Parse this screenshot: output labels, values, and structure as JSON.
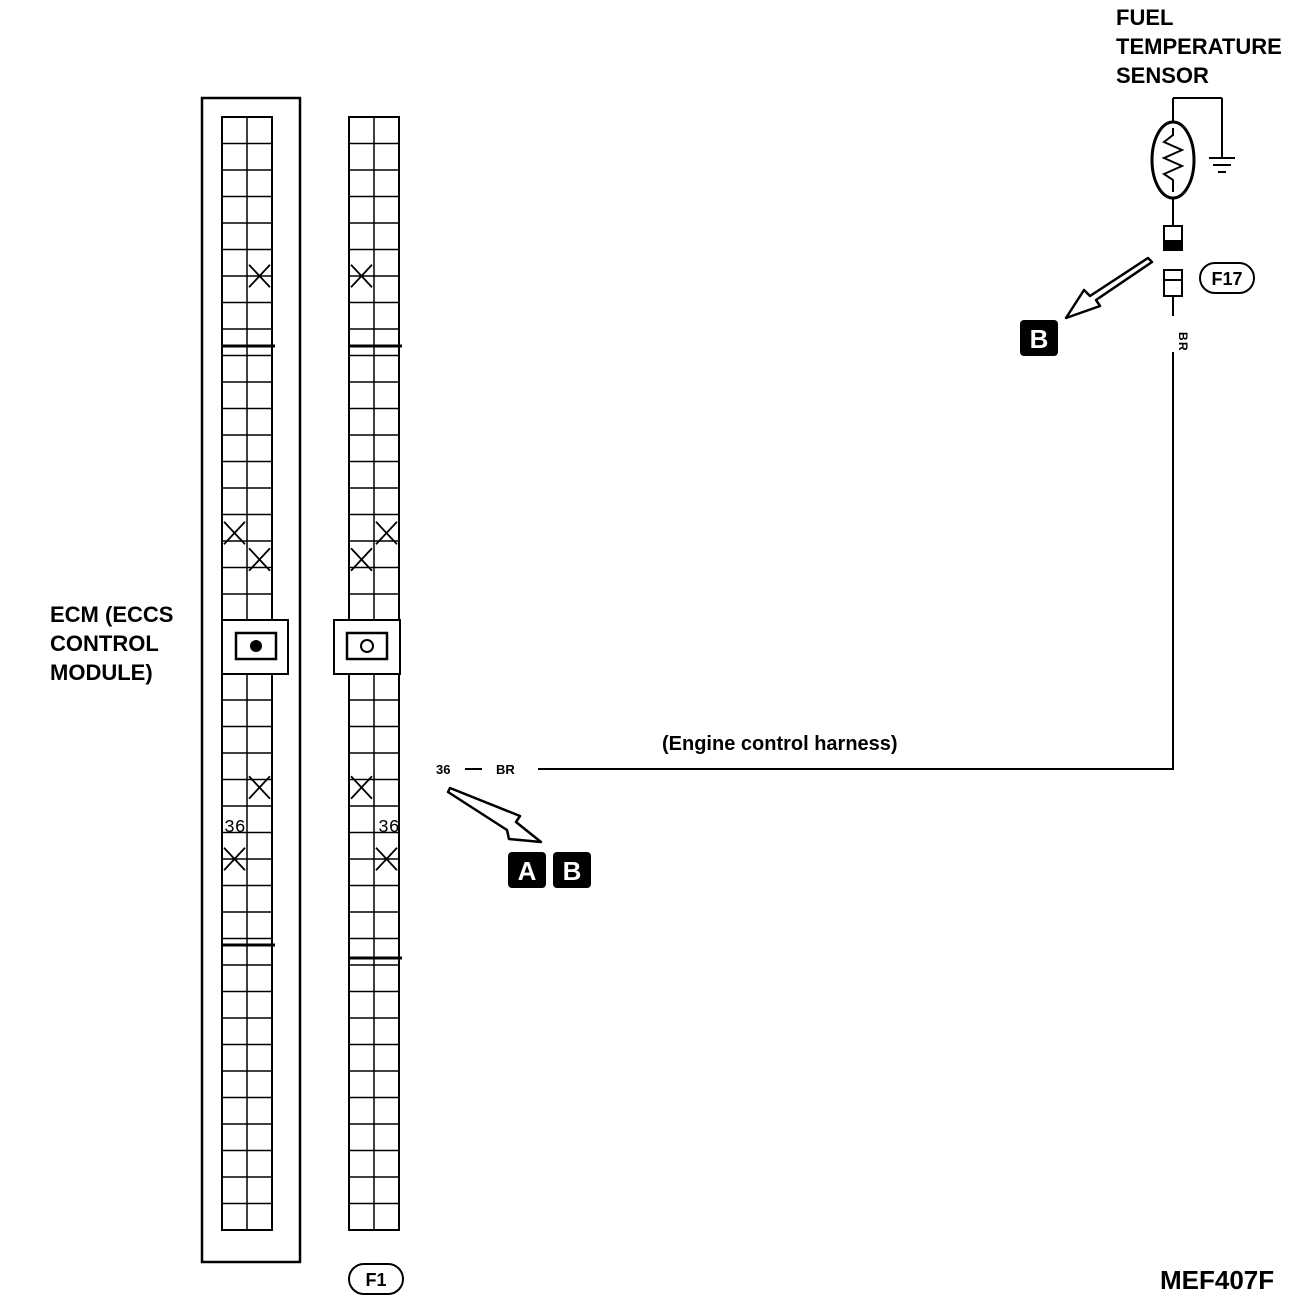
{
  "labels": {
    "sensor_line1": "FUEL",
    "sensor_line2": "TEMPERATURE",
    "sensor_line3": "SENSOR",
    "ecm_line1": "ECM (ECCS",
    "ecm_line2": "CONTROL",
    "ecm_line3": "MODULE)",
    "harness": "(Engine control harness)",
    "terminal": "36",
    "wire_color": "BR",
    "wire_color_vertical_1": "B",
    "wire_color_vertical_2": "R",
    "ecm_pin_label": "36",
    "f1_pin_label": "36",
    "figure_code": "MEF407F"
  },
  "connectors": {
    "ecm_side": "F1",
    "sensor_side": "F17"
  },
  "badges": {
    "top": "B",
    "bottom_left": "A",
    "bottom_right": "B"
  },
  "icons": {
    "sensor": "thermistor-icon",
    "ground": "ground-icon",
    "ecm_lock": "connector-lock-filled-icon",
    "f1_lock": "connector-lock-open-icon",
    "arrow": "hollow-arrow-icon"
  },
  "colors": {
    "ink": "#000000",
    "paper": "#ffffff"
  }
}
